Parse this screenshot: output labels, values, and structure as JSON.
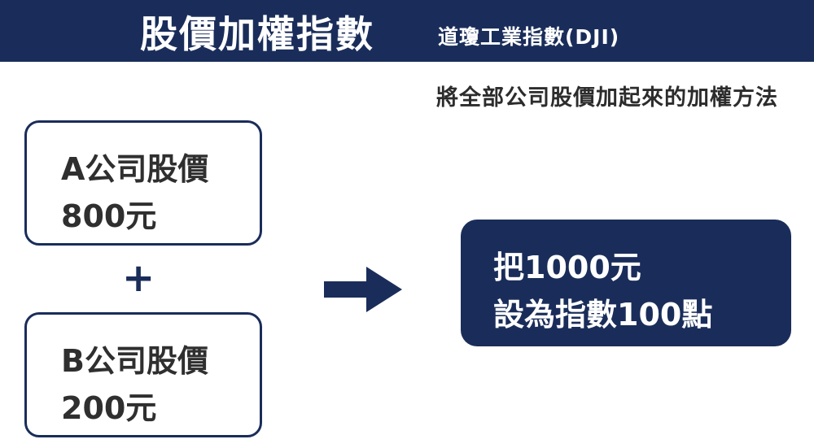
{
  "header": {
    "title": "股價加權指數",
    "subtitle": "道瓊工業指數(DJI)"
  },
  "description": "將全部公司股價加起來的加權方法",
  "stocks": [
    {
      "name": "A公司股價",
      "price": "800元"
    },
    {
      "name": "B公司股價",
      "price": "200元"
    }
  ],
  "operator": "+",
  "result": {
    "line1": "把1000元",
    "line2": "設為指數100點"
  },
  "colors": {
    "primary": "#1a2d5a",
    "background": "#ffffff",
    "text": "#2f2f2f"
  },
  "icons": {
    "arrow": "arrow-right-icon"
  }
}
